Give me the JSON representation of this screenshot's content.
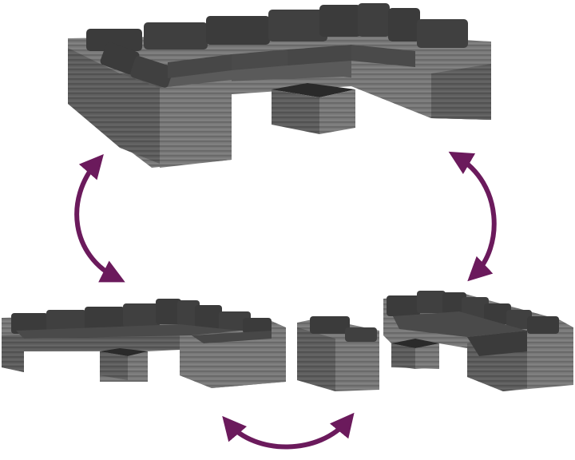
{
  "colors": {
    "background": "#ffffff",
    "rattan_light": "#8a8a8a",
    "rattan_mid": "#6e6e6e",
    "rattan_dark": "#4a4a4a",
    "cushion": "#3b3b3b",
    "cushion_top": "#4a4a4a",
    "table_glass": "#2a2a2a",
    "arrow": "#6b1a5c"
  },
  "icons": {
    "top_set": "lounge-set-assembled",
    "bottom_left_set": "lounge-set-linear-arrangement",
    "bottom_right_set": "lounge-set-split-arrangement",
    "arrows": "double-headed-curved-arrow"
  }
}
